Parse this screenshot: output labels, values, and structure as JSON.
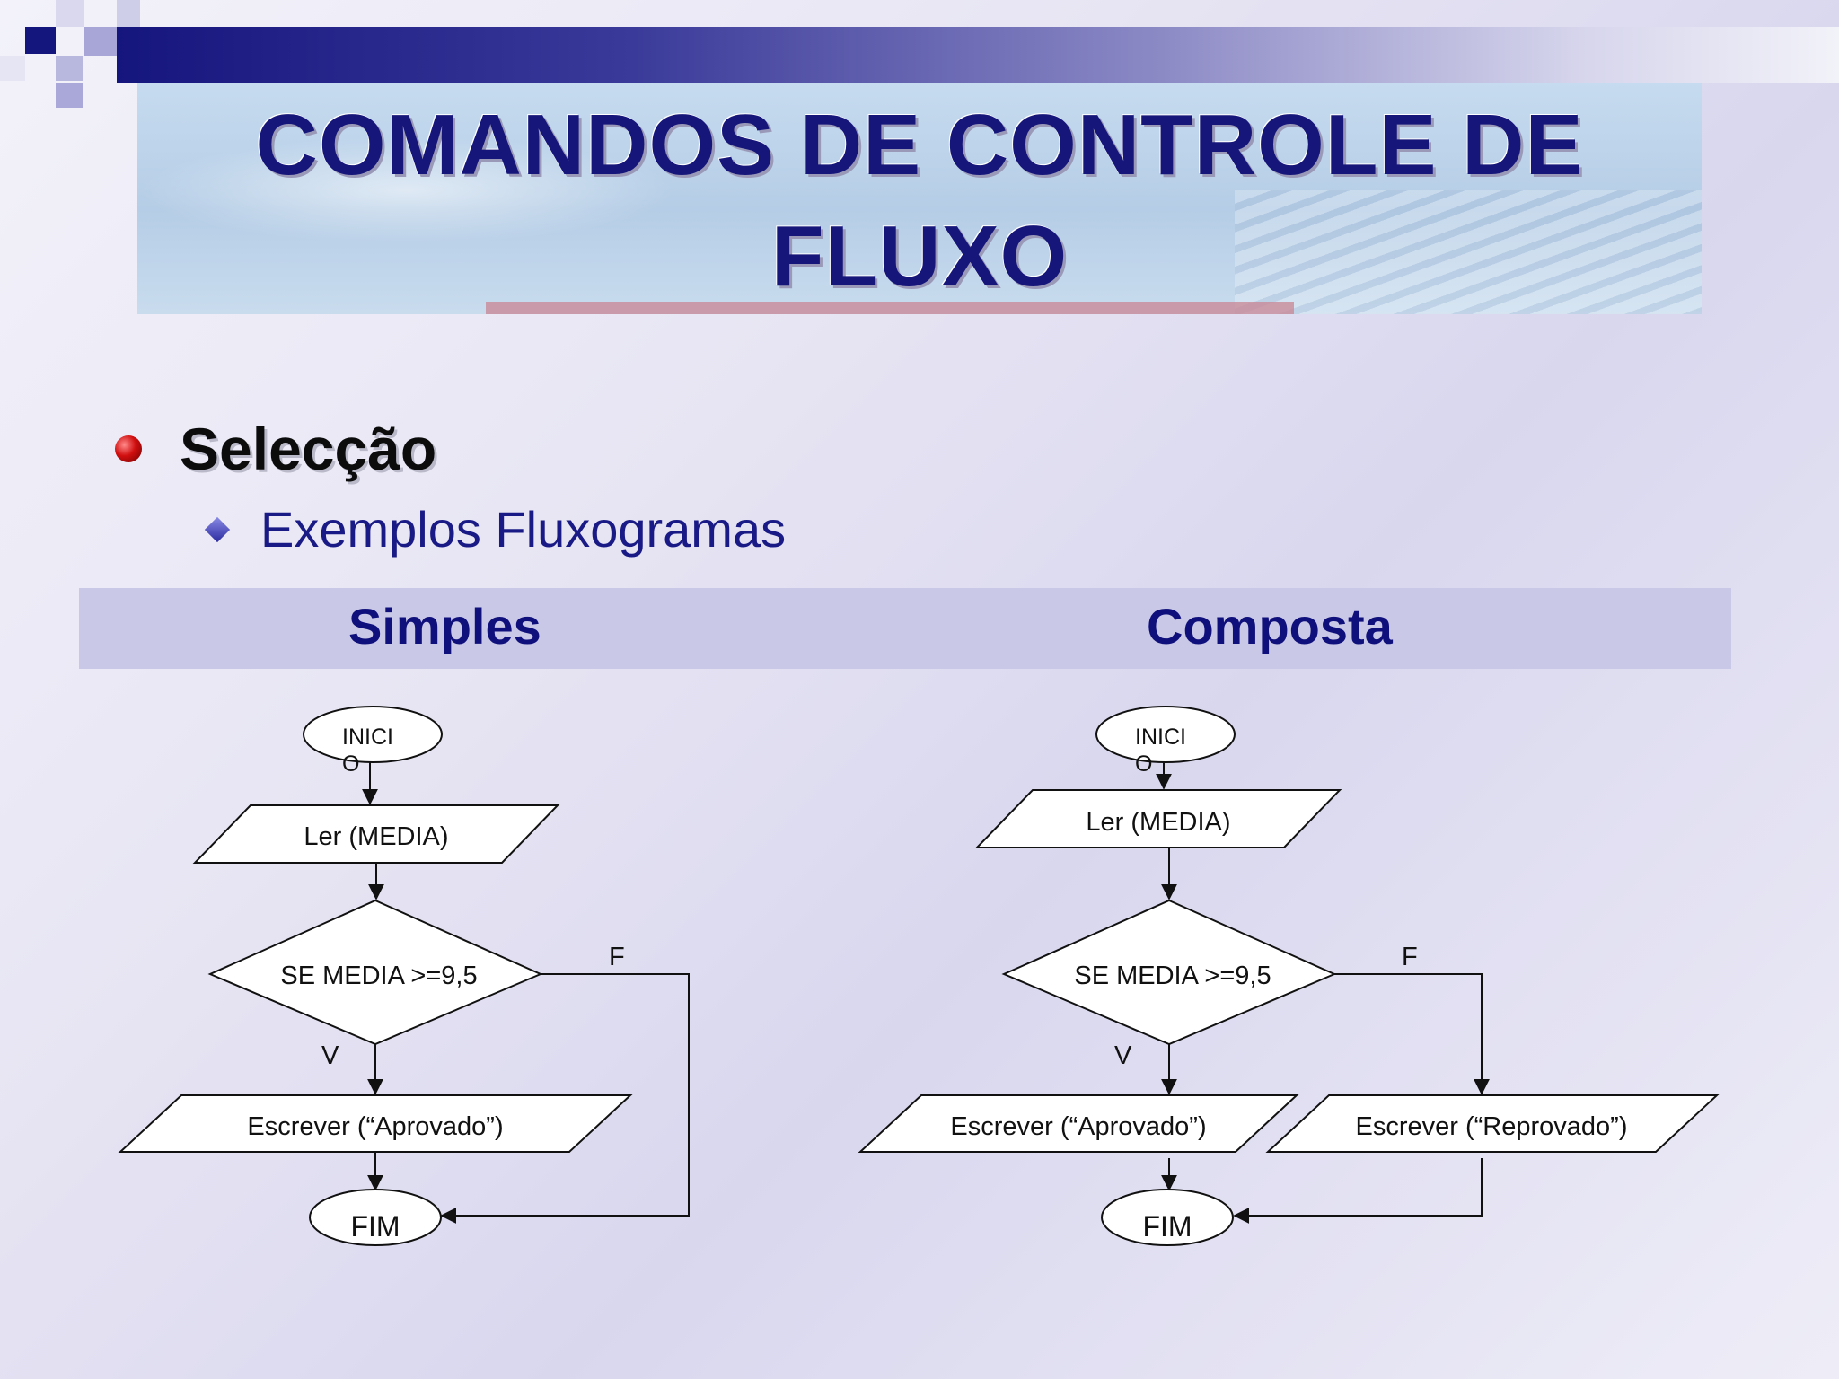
{
  "slide": {
    "title_line1": "COMANDOS DE CONTROLE DE",
    "title_line2": "FLUXO",
    "bullet": "Selecção",
    "sub_bullet": "Exemplos Fluxogramas",
    "col_left_title": "Simples",
    "col_right_title": "Composta"
  },
  "flow_simple": {
    "start": "INICI",
    "start_wrap": "O",
    "read": "Ler (MEDIA)",
    "decision": "SE MEDIA >=9,5",
    "false_label": "F",
    "true_label": "V",
    "write": "Escrever (“Aprovado”)",
    "end": "FIM"
  },
  "flow_compound": {
    "start": "INICI",
    "start_wrap": "O",
    "read": "Ler (MEDIA)",
    "decision": "SE MEDIA >=9,5",
    "false_label": "F",
    "true_label": "V",
    "write_true": "Escrever (“Aprovado”)",
    "write_false": "Escrever (“Reprovado”)",
    "end": "FIM"
  }
}
